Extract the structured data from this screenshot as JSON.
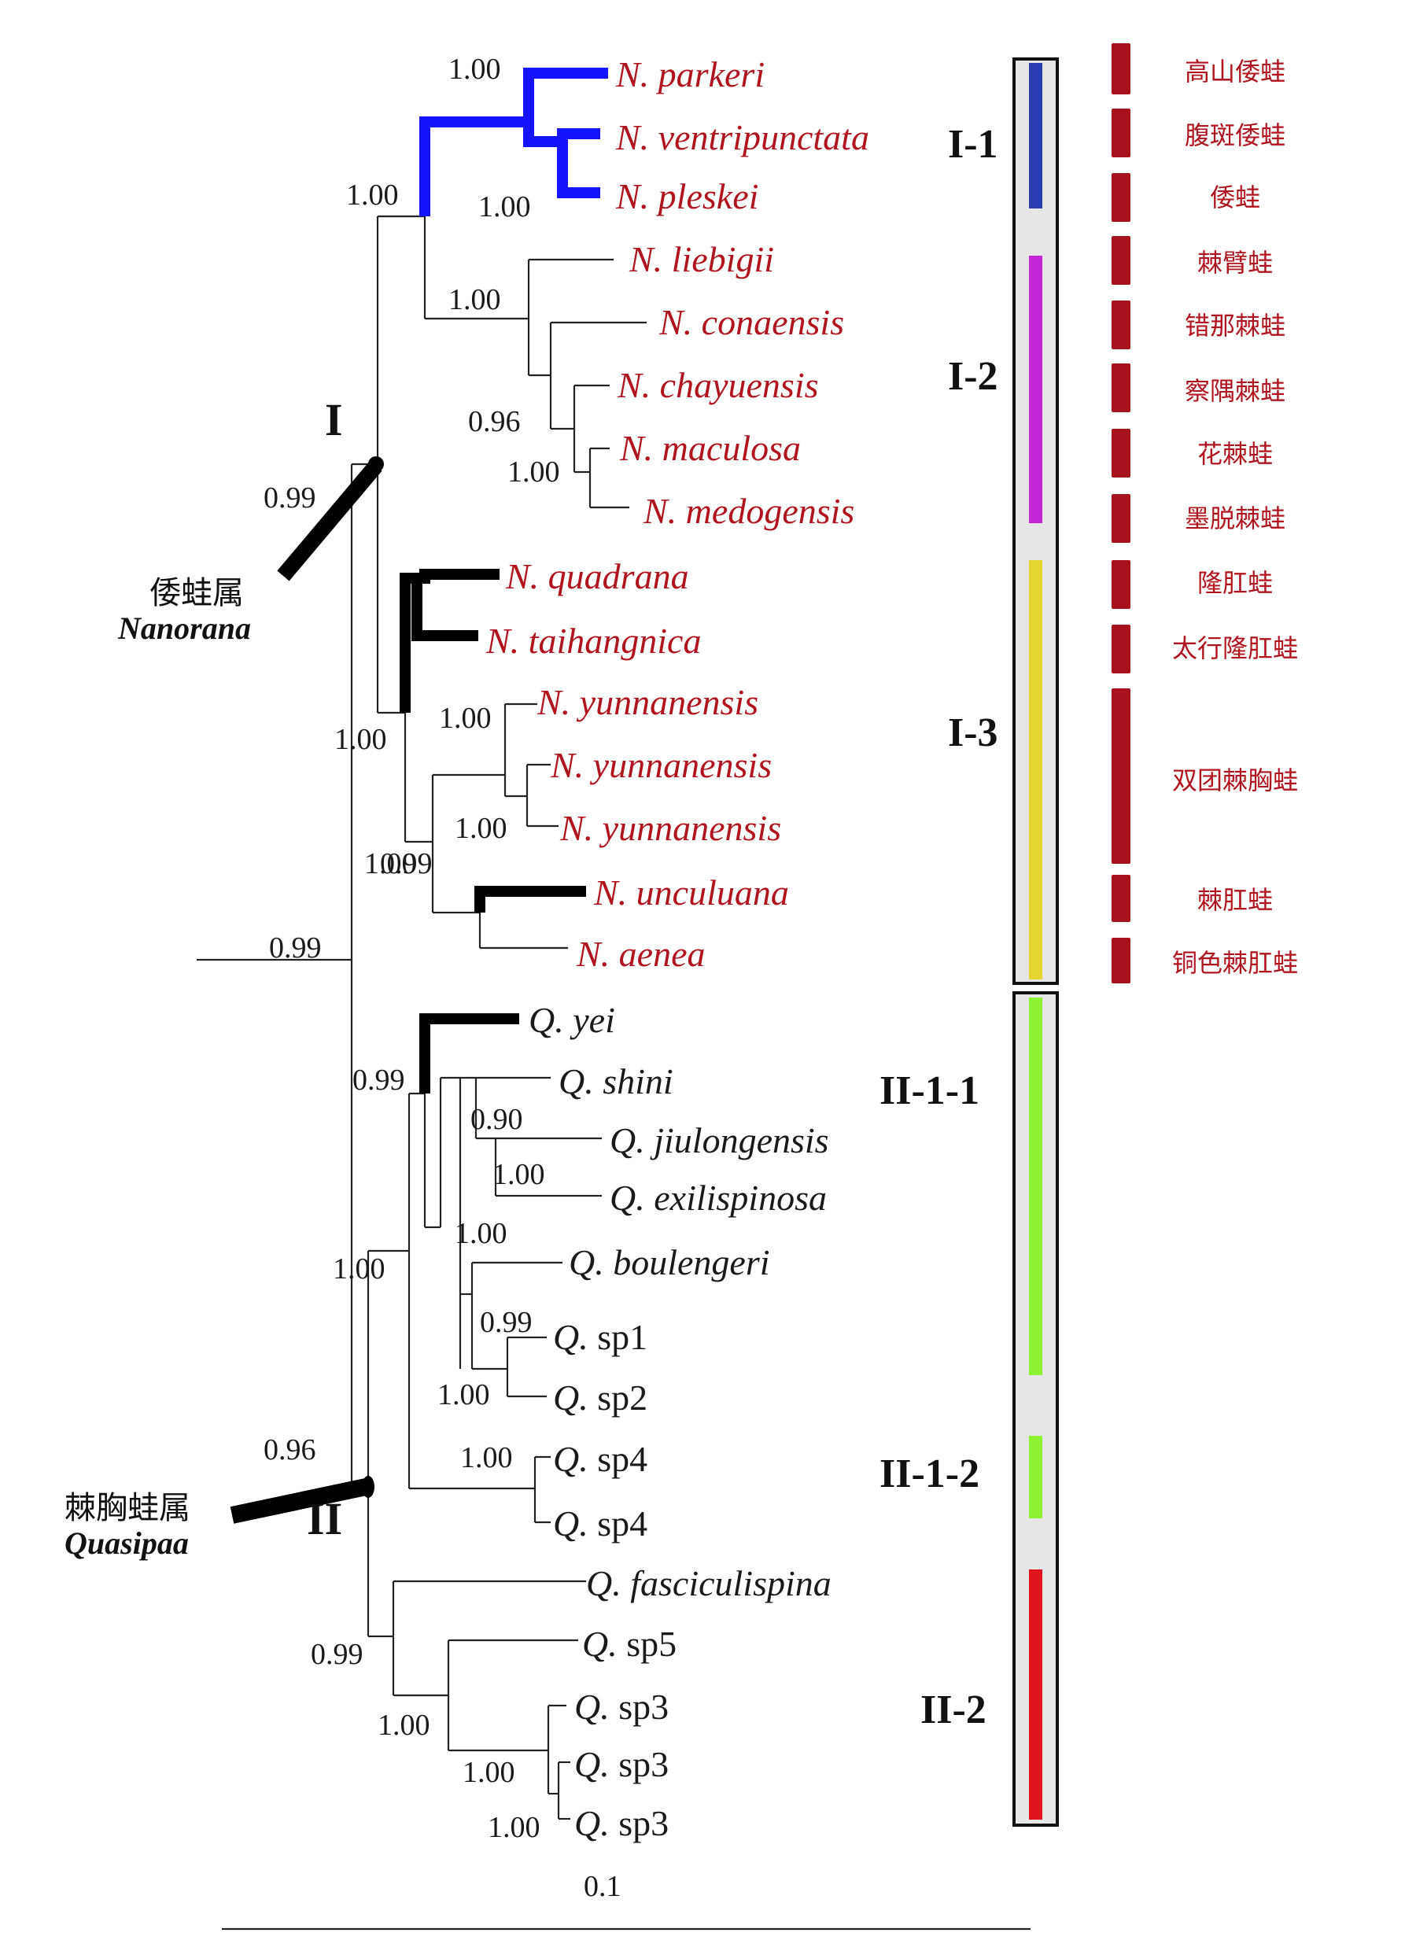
{
  "tips_nanorana": [
    "N. parkeri",
    "N. ventripunctata",
    "N. pleskei",
    "N. liebigii",
    "N. conaensis",
    "N. chayuensis",
    "N. maculosa",
    "N. medogensis",
    "N. quadrana",
    "N. taihangnica",
    "N. yunnanensis",
    "N. yunnanensis",
    "N. yunnanensis",
    "N. unculuana",
    "N. aenea"
  ],
  "tips_quasipaa": [
    {
      "genus": "Q.",
      "epithet": "yei",
      "italic": true
    },
    {
      "genus": "Q.",
      "epithet": "shini",
      "italic": true
    },
    {
      "genus": "Q.",
      "epithet": "jiulongensis",
      "italic": true
    },
    {
      "genus": "Q.",
      "epithet": "exilispinosa",
      "italic": true
    },
    {
      "genus": "Q.",
      "epithet": "boulengeri",
      "italic": true
    },
    {
      "genus": "Q.",
      "epithet": "sp1",
      "italic": false
    },
    {
      "genus": "Q.",
      "epithet": "sp2",
      "italic": false
    },
    {
      "genus": "Q.",
      "epithet": "sp4",
      "italic": false
    },
    {
      "genus": "Q.",
      "epithet": "sp4",
      "italic": false
    },
    {
      "genus": "Q.",
      "epithet": "fasciculispina",
      "italic": true
    },
    {
      "genus": "Q.",
      "epithet": "sp5",
      "italic": false
    },
    {
      "genus": "Q.",
      "epithet": "sp3",
      "italic": false
    },
    {
      "genus": "Q.",
      "epithet": "sp3",
      "italic": false
    },
    {
      "genus": "Q.",
      "epithet": "sp3",
      "italic": false
    }
  ],
  "support_values": [
    "1.00",
    "1.00",
    "1.00",
    "1.00",
    "0.96",
    "1.00",
    "0.99",
    "1.00",
    "1.00",
    "0.99",
    "1.00",
    "1.00",
    "0.99",
    "0.99",
    "0.90",
    "1.00",
    "1.00",
    "1.00",
    "0.99",
    "1.00",
    "0.96",
    "1.00",
    "0.99",
    "1.00",
    "1.00",
    "1.00"
  ],
  "major_clades": {
    "I": "I",
    "II": "II"
  },
  "clade_labels": [
    "I-1",
    "I-2",
    "I-3",
    "II-1-1",
    "II-1-2",
    "II-2"
  ],
  "clade_colors": {
    "I-1": "#2a3db0",
    "I-2": "#c326d6",
    "I-3": "#e4d531",
    "II-1-1": "#8ef233",
    "II-1-2": "#8ef233",
    "II-2": "#e0141e",
    "highlight_branch": "#1414ff",
    "species_text": "#b0141e"
  },
  "chinese_names": [
    "高山倭蛙",
    "腹斑倭蛙",
    "倭蛙",
    "棘臂蛙",
    "错那棘蛙",
    "察隅棘蛙",
    "花棘蛙",
    "墨脱棘蛙",
    "隆肛蛙",
    "太行隆肛蛙",
    "双团棘胸蛙",
    "棘肛蛙",
    "铜色棘肛蛙"
  ],
  "genus_labels": {
    "nanorana_cn": "倭蛙属",
    "nanorana_lat": "Nanorana",
    "quasipaa_cn": "棘胸蛙属",
    "quasipaa_lat": "Quasipaa"
  },
  "scale_label": "0.1"
}
